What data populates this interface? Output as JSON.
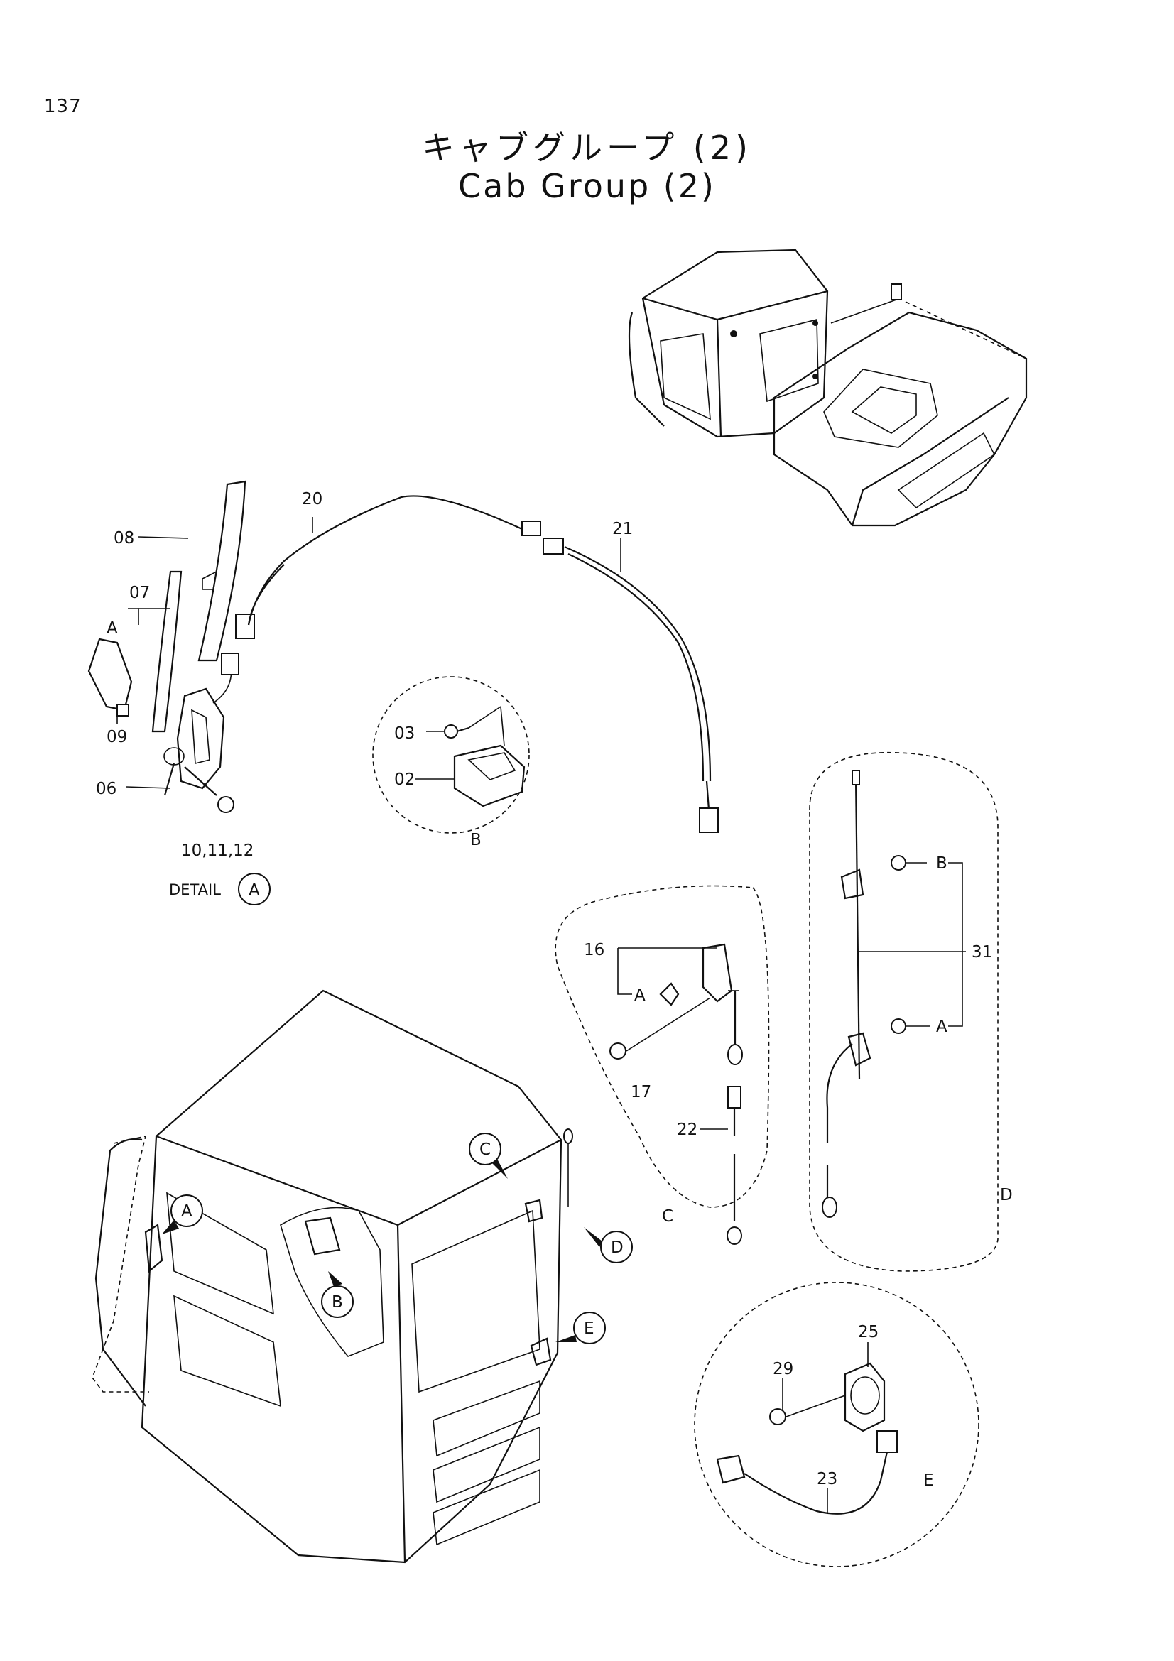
{
  "page_number": "137",
  "title_jp": "キャブグループ (2)",
  "title_en": "Cab Group (2)",
  "detail_caption": "DETAIL",
  "detail_letter": "A",
  "part_labels": {
    "p08": "08",
    "p07": "07",
    "p09": "09",
    "p06": "06",
    "p10": "10,11,12",
    "pA_detail": "A",
    "p20": "20",
    "p21": "21",
    "p03": "03",
    "p02": "02",
    "pB_view": "B",
    "p16": "16",
    "p16A": "A",
    "p17": "17",
    "p22": "22",
    "pC_view": "C",
    "p31": "31",
    "p31B": "B",
    "p31A": "A",
    "pD_view": "D",
    "p25": "25",
    "p29": "29",
    "p23": "23",
    "pE_view": "E"
  },
  "callouts": [
    "A",
    "B",
    "C",
    "D",
    "E"
  ]
}
